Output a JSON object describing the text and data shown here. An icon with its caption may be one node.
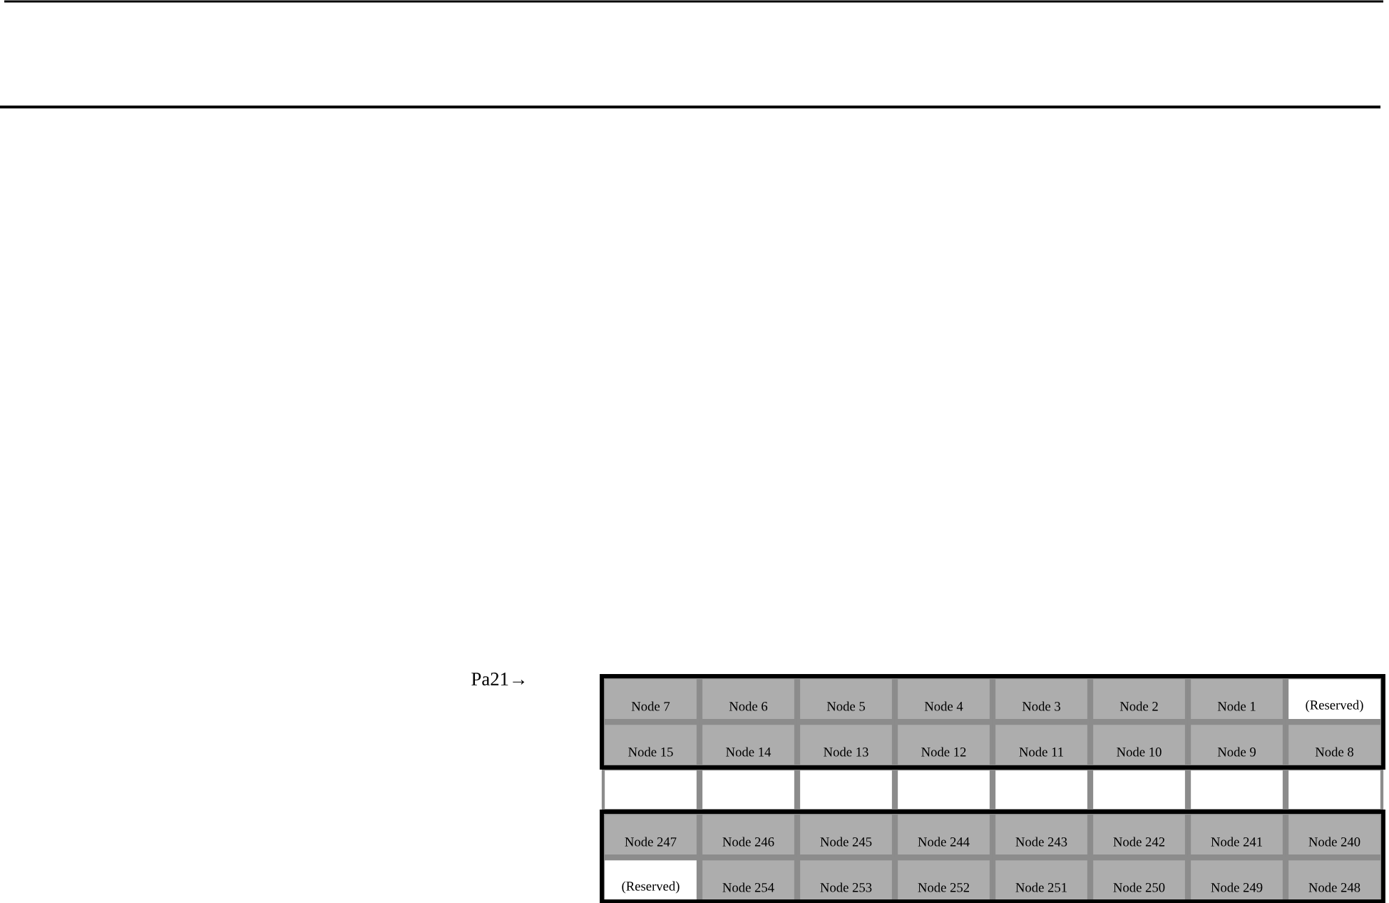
{
  "diagram": {
    "labels": [
      "Pa21→",
      "Node 7",
      "Node 6",
      "Node 5",
      "Node 4",
      "Node 3",
      "Node 2",
      "Node 1",
      "(Reserved)",
      "Node 15",
      "Node 14",
      "Node 13",
      "Node 12",
      "Node 11",
      "Node 10",
      "Node 9",
      "Node 8",
      "Node 247",
      "Node 246",
      "Node 245",
      "Node 244",
      "Node 243",
      "Node 242",
      "Node 241",
      "Node 240",
      "(Reserved)",
      "Node 254",
      "Node 253",
      "Node 252",
      "Node 251",
      "Node 250",
      "Node 249",
      "Node 248"
    ]
  }
}
